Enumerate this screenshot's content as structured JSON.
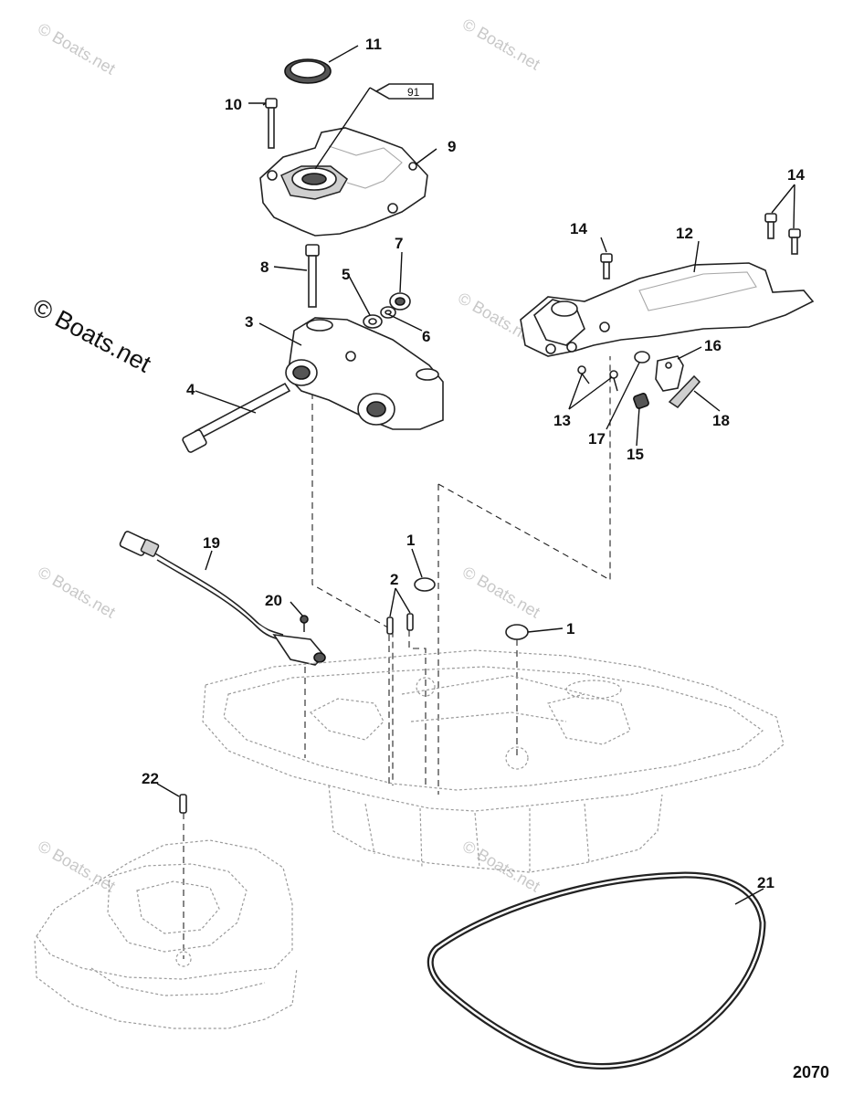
{
  "diagram": {
    "drawing_number": "2070",
    "copyright_main": "© Boats.net",
    "watermark": "© Boats.net",
    "sealant_tube_label": "91",
    "callouts": [
      "1",
      "1",
      "2",
      "3",
      "4",
      "5",
      "6",
      "7",
      "8",
      "9",
      "10",
      "11",
      "12",
      "13",
      "14",
      "14",
      "15",
      "16",
      "17",
      "18",
      "19",
      "20",
      "21",
      "22"
    ]
  }
}
